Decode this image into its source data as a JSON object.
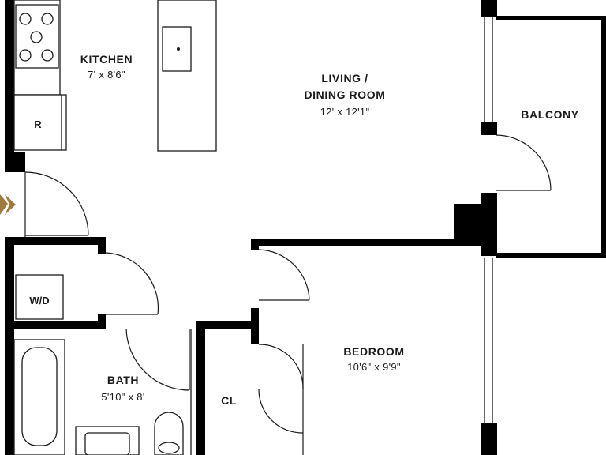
{
  "rooms": {
    "kitchen": {
      "name": "KITCHEN",
      "dims": "7' x 8'6\""
    },
    "living": {
      "name_line1": "LIVING /",
      "name_line2": "DINING ROOM",
      "dims": "12' x 12'1\""
    },
    "balcony": {
      "name": "BALCONY"
    },
    "bedroom": {
      "name": "BEDROOM",
      "dims": "10'6\" x 9'9\""
    },
    "bath": {
      "name": "BATH",
      "dims": "5'10\" x 8'"
    },
    "closet": {
      "name": "CL"
    }
  },
  "fixtures": {
    "refrigerator": "R",
    "washer_dryer": "W/D"
  },
  "colors": {
    "wall": "#000000",
    "line": "#1a1a1a",
    "entry_marker": "#a07a3c",
    "background": "#ffffff"
  },
  "icons": {
    "entry": "entry-arrow-icon"
  }
}
